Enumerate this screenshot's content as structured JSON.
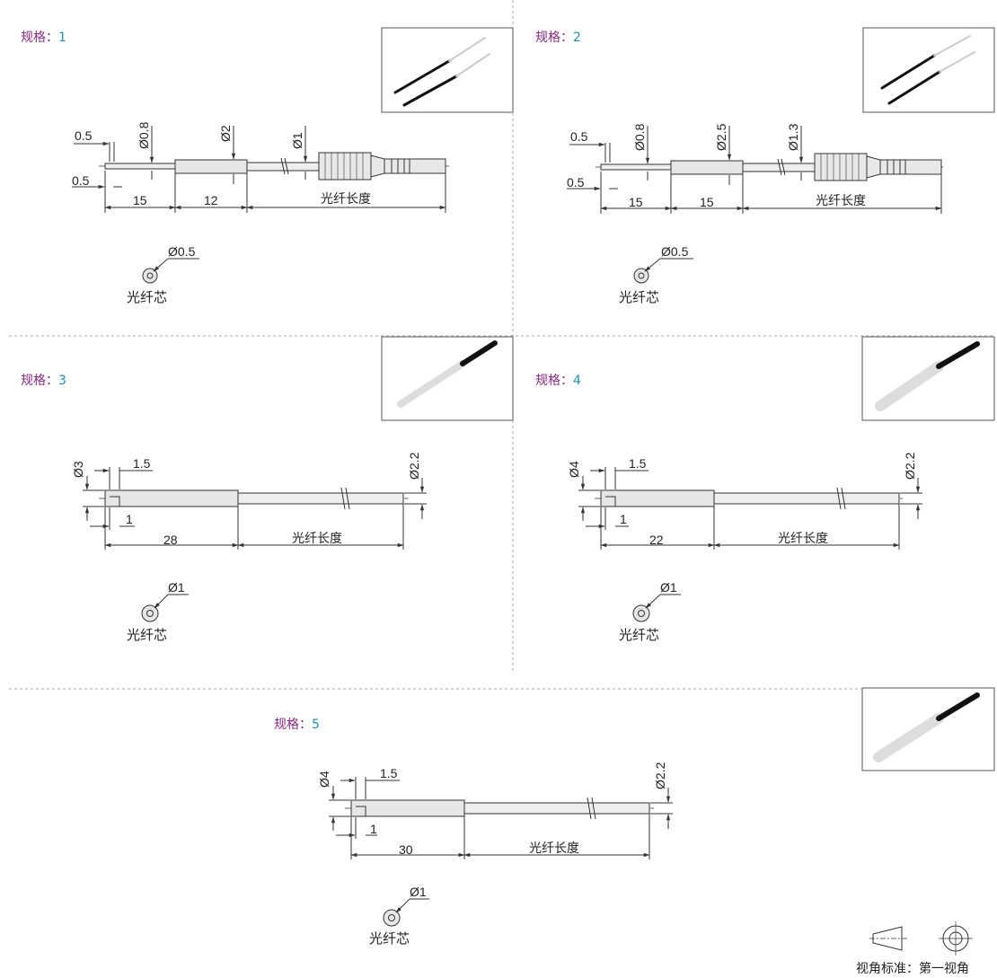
{
  "specs": [
    {
      "label_key": "规格：",
      "number": "1",
      "core_dim": "Ø0.5",
      "core_label": "光纤芯",
      "dims": {
        "d_tip": "Ø0.8",
        "d_body": "Ø2",
        "d_fiber": "Ø1",
        "tip1": "0.5",
        "tip2": "0.5",
        "seg1": "15",
        "seg2": "12",
        "fiber_length": "光纤长度"
      }
    },
    {
      "label_key": "规格：",
      "number": "2",
      "core_dim": "Ø0.5",
      "core_label": "光纤芯",
      "dims": {
        "d_tip": "Ø0.8",
        "d_body": "Ø2.5",
        "d_fiber": "Ø1.3",
        "tip1": "0.5",
        "tip2": "0.5",
        "seg1": "15",
        "seg2": "15",
        "fiber_length": "光纤长度"
      }
    },
    {
      "label_key": "规格：",
      "number": "3",
      "core_dim": "Ø1",
      "core_label": "光纤芯",
      "dims": {
        "d_head": "Ø3",
        "d_cable": "Ø2.2",
        "step": "1.5",
        "groove": "1",
        "seg1": "28",
        "fiber_length": "光纤长度"
      }
    },
    {
      "label_key": "规格：",
      "number": "4",
      "core_dim": "Ø1",
      "core_label": "光纤芯",
      "dims": {
        "d_head": "Ø4",
        "d_cable": "Ø2.2",
        "step": "1.5",
        "groove": "1",
        "seg1": "22",
        "fiber_length": "光纤长度"
      }
    },
    {
      "label_key": "规格：",
      "number": "5",
      "core_dim": "Ø1",
      "core_label": "光纤芯",
      "dims": {
        "d_head": "Ø4",
        "d_cable": "Ø2.2",
        "step": "1.5",
        "groove": "1",
        "seg1": "30",
        "fiber_length": "光纤长度"
      }
    }
  ],
  "projection": {
    "label": "视角标准：第一视角"
  },
  "colors": {
    "spec_key": "#8a2a85",
    "spec_number": "#1f8fb5",
    "line": "#333333",
    "part_fill": "#e6e6e6"
  }
}
